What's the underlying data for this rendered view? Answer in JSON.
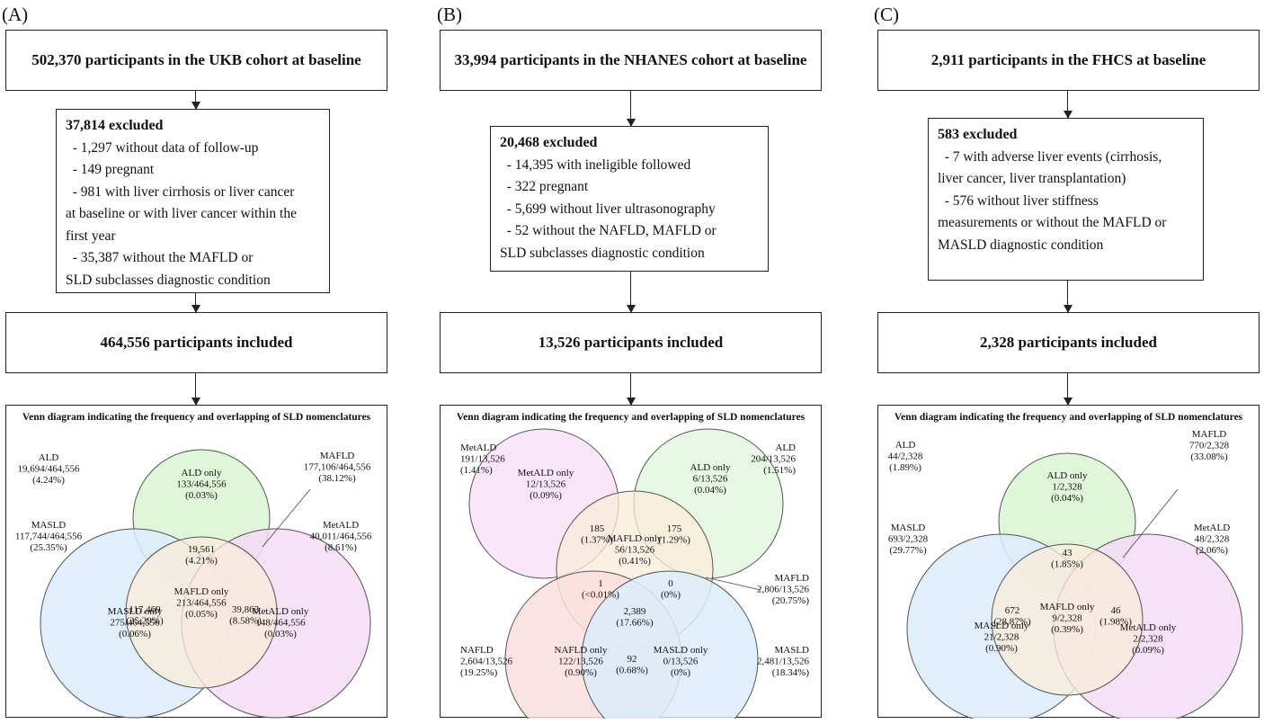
{
  "panels": [
    {
      "label": "(A)",
      "top_box": "502,370 participants in the UKB cohort at baseline",
      "excluded": {
        "title": "37,814 excluded",
        "items": [
          "  - 1,297 without data of follow-up",
          "  - 149 pregnant",
          "  - 981 with liver cirrhosis or liver cancer",
          "at baseline or with liver cancer within the",
          "first year",
          "  - 35,387 without the MAFLD or",
          "SLD subclasses diagnostic condition"
        ]
      },
      "included": "464,556 participants included",
      "venn_title": "Venn diagram indicating the frequency and overlapping of SLD nomenclatures",
      "venn": {
        "colors": [
          "#d9f5d2",
          "#dcecfb",
          "#f5dcf5"
        ],
        "center_color": "#f9ecd9",
        "circles": [
          {
            "lines": [
              "ALD only",
              "133/464,556",
              "(0.03%)"
            ]
          },
          {
            "lines": [
              "MASLD only",
              "275/464,556",
              "(0.06%)"
            ]
          },
          {
            "lines": [
              "MetALD only",
              "148/464,556",
              "(0.03%)"
            ]
          },
          {
            "lines": [
              "MAFLD only",
              "213/464,556",
              "(0.05%)"
            ]
          }
        ],
        "overlaps": [
          {
            "lines": [
              "19,561",
              "(4.21%)"
            ]
          },
          {
            "lines": [
              "117,469",
              "(25.29%)"
            ]
          },
          {
            "lines": [
              "39,863",
              "(8.58%)"
            ]
          }
        ],
        "outer": [
          {
            "lines": [
              "ALD",
              "19,694/464,556",
              "(4.24%)"
            ]
          },
          {
            "lines": [
              "MAFLD",
              "177,106/464,556",
              "(38.12%)"
            ]
          },
          {
            "lines": [
              "MASLD",
              "117,744/464,556",
              "(25.35%)"
            ]
          },
          {
            "lines": [
              "MetALD",
              "40,011/464,556",
              "(8.61%)"
            ]
          }
        ]
      }
    },
    {
      "label": "(B)",
      "top_box": "33,994 participants in the NHANES cohort at baseline",
      "excluded": {
        "title": "20,468 excluded",
        "items": [
          "  - 14,395 with ineligible followed",
          "  - 322 pregnant",
          "  - 5,699 without liver ultrasonography",
          "  - 52 without the NAFLD, MAFLD or",
          "SLD subclasses diagnostic condition"
        ]
      },
      "included": "13,526 participants included",
      "venn_title": "Venn diagram indicating the frequency and overlapping of SLD nomenclatures",
      "venn": {
        "colors": [
          "#f8e2f8",
          "#e3f7df",
          "#fbdede",
          "#dcecfb"
        ],
        "center_color": "#f9ecd9",
        "circles": [
          {
            "lines": [
              "MetALD only",
              "12/13,526",
              "(0.09%)"
            ]
          },
          {
            "lines": [
              "ALD only",
              "6/13,526",
              "(0.04%)"
            ]
          },
          {
            "lines": [
              "MAFLD only",
              "56/13,526",
              "(0.41%)"
            ]
          },
          {
            "lines": [
              "NAFLD only",
              "122/13,526",
              "(0.90%)"
            ]
          },
          {
            "lines": [
              "MASLD only",
              "0/13,526",
              "(0%)"
            ]
          }
        ],
        "overlaps": [
          {
            "lines": [
              "185",
              "(1.37%)"
            ]
          },
          {
            "lines": [
              "175",
              "(1.29%)"
            ]
          },
          {
            "lines": [
              "1",
              "(<0.01%)"
            ]
          },
          {
            "lines": [
              "0",
              "(0%)"
            ]
          },
          {
            "lines": [
              "2,389",
              "(17.66%)"
            ]
          },
          {
            "lines": [
              "92",
              "(0.68%)"
            ]
          }
        ],
        "outer": [
          {
            "lines": [
              "MetALD",
              "191/13,526",
              "(1.41%)"
            ]
          },
          {
            "lines": [
              "ALD",
              "204/13,526",
              "(1.51%)"
            ]
          },
          {
            "lines": [
              "MAFLD",
              "2,806/13,526",
              "(20.75%)"
            ]
          },
          {
            "lines": [
              "NAFLD",
              "2,604/13,526",
              "(19.25%)"
            ]
          },
          {
            "lines": [
              "MASLD",
              "2,481/13,526",
              "(18.34%)"
            ]
          }
        ]
      }
    },
    {
      "label": "(C)",
      "top_box": "2,911 participants in the FHCS at baseline",
      "excluded": {
        "title": "583 excluded",
        "items": [
          "  - 7 with adverse liver events (cirrhosis,",
          "liver cancer, liver transplantation)",
          "  - 576 without liver stiffness",
          "measurements or without the MAFLD or",
          "MASLD diagnostic condition"
        ]
      },
      "included": "2,328 participants included",
      "venn_title": "Venn diagram indicating the frequency and overlapping of SLD nomenclatures",
      "venn": {
        "colors": [
          "#d9f5d2",
          "#dcecfb",
          "#f5dcf5"
        ],
        "center_color": "#f9ecd9",
        "circles": [
          {
            "lines": [
              "ALD only",
              "1/2,328",
              "(0.04%)"
            ]
          },
          {
            "lines": [
              "MASLD only",
              "21/2,328",
              "(0.90%)"
            ]
          },
          {
            "lines": [
              "MetALD only",
              "2/2,328",
              "(0.09%)"
            ]
          },
          {
            "lines": [
              "MAFLD only",
              "9/2,328",
              "(0.39%)"
            ]
          }
        ],
        "overlaps": [
          {
            "lines": [
              "43",
              "(1.85%)"
            ]
          },
          {
            "lines": [
              "672",
              "(28.87%)"
            ]
          },
          {
            "lines": [
              "46",
              "(1.98%)"
            ]
          }
        ],
        "outer": [
          {
            "lines": [
              "ALD",
              "44/2,328",
              "(1.89%)"
            ]
          },
          {
            "lines": [
              "MAFLD",
              "770/2,328",
              "(33.08%)"
            ]
          },
          {
            "lines": [
              "MASLD",
              "693/2,328",
              "(29.77%)"
            ]
          },
          {
            "lines": [
              "MetALD",
              "48/2,328",
              "(2.06%)"
            ]
          }
        ]
      }
    }
  ]
}
